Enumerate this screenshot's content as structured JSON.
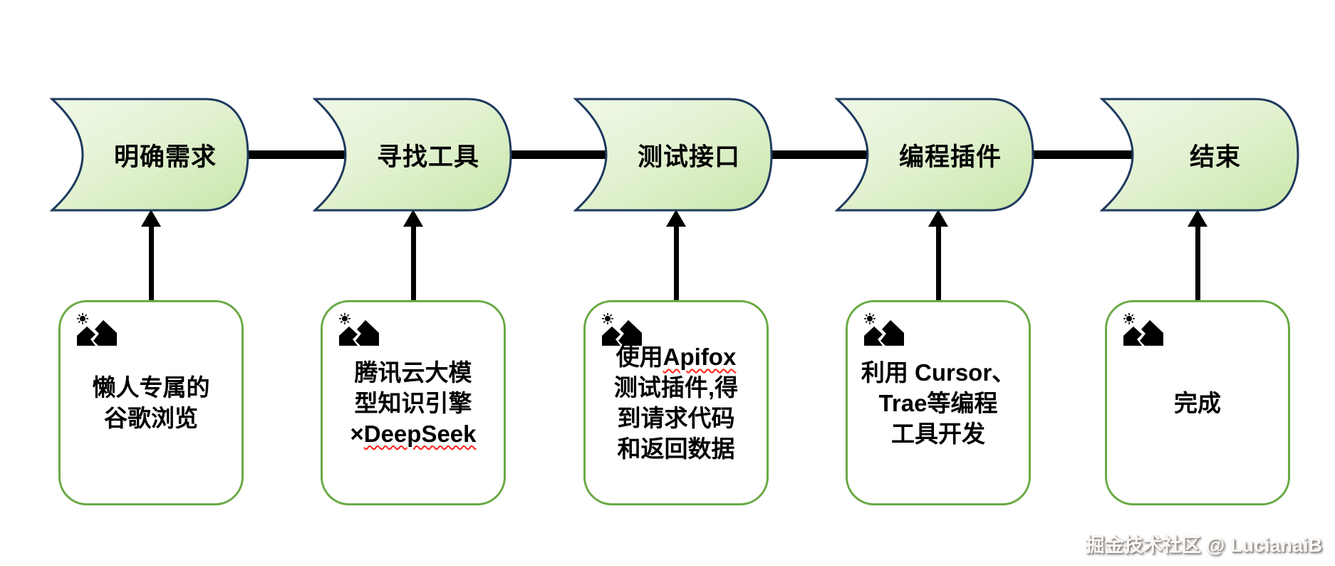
{
  "colors": {
    "stage_fill_light": "#f0f8e8",
    "stage_fill_mid": "#e3f2d2",
    "stage_fill_dark": "#c9e6aa",
    "stage_border": "#1e3a5f",
    "card_border": "#6aaa46",
    "connector": "#000000",
    "squiggle_red": "#ff2015"
  },
  "stages": [
    {
      "label": "明确需求"
    },
    {
      "label": "寻找工具"
    },
    {
      "label": "测试接口"
    },
    {
      "label": "编程插件"
    },
    {
      "label": "结束"
    }
  ],
  "cards": [
    {
      "icon": "image-placeholder-icon",
      "lines": [
        {
          "segments": [
            {
              "t": "懒人专属的",
              "u": false
            }
          ]
        },
        {
          "segments": [
            {
              "t": "谷歌浏览",
              "u": false
            }
          ]
        }
      ]
    },
    {
      "icon": "image-placeholder-icon",
      "lines": [
        {
          "segments": [
            {
              "t": "腾讯云大模",
              "u": false
            }
          ]
        },
        {
          "segments": [
            {
              "t": "型知识引擎",
              "u": false
            }
          ]
        },
        {
          "segments": [
            {
              "t": "×",
              "u": false
            },
            {
              "t": "DeepSeek",
              "u": true
            }
          ]
        }
      ]
    },
    {
      "icon": "image-placeholder-icon",
      "lines": [
        {
          "segments": [
            {
              "t": "使用",
              "u": false
            },
            {
              "t": "Apifox",
              "u": true
            }
          ]
        },
        {
          "segments": [
            {
              "t": "测试插件,得",
              "u": false
            }
          ]
        },
        {
          "segments": [
            {
              "t": "到请求代码",
              "u": false
            }
          ]
        },
        {
          "segments": [
            {
              "t": "和返回数据",
              "u": false
            }
          ]
        }
      ]
    },
    {
      "icon": "image-placeholder-icon",
      "lines": [
        {
          "segments": [
            {
              "t": "利用 Cursor、",
              "u": false
            }
          ]
        },
        {
          "segments": [
            {
              "t": "Trae等编程",
              "u": false
            }
          ]
        },
        {
          "segments": [
            {
              "t": "工具开发",
              "u": false
            }
          ]
        }
      ]
    },
    {
      "icon": "image-placeholder-icon",
      "lines": [
        {
          "segments": [
            {
              "t": "完成",
              "u": false
            }
          ]
        }
      ]
    }
  ],
  "watermark": {
    "text": "掘金技术社区 @ LucianaiB"
  }
}
